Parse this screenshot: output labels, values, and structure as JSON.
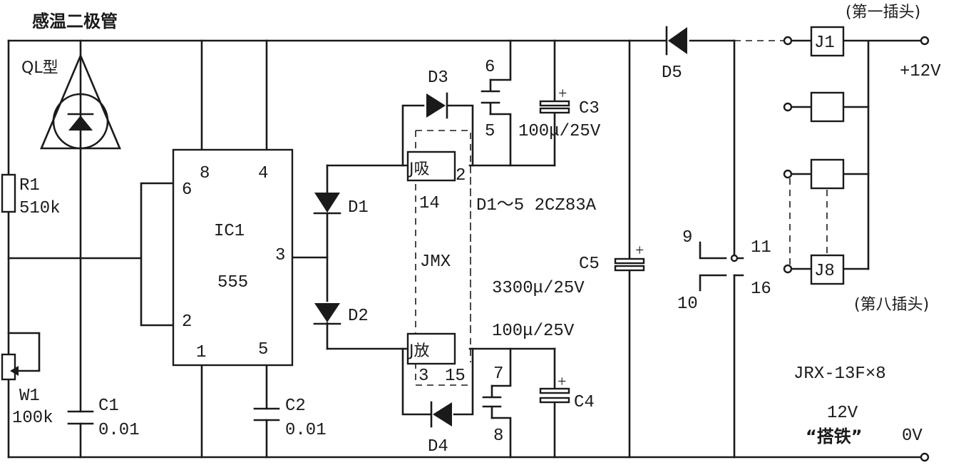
{
  "title": "感温二极管",
  "sensor": {
    "type": "QL型"
  },
  "r1": {
    "name": "R1",
    "value": "510k"
  },
  "w1": {
    "name": "W1",
    "value": "100k"
  },
  "c1": {
    "name": "C1",
    "value": "0.01"
  },
  "c2": {
    "name": "C2",
    "value": "0.01"
  },
  "ic1": {
    "name": "IC1",
    "part": "555",
    "pins": {
      "p6": "6",
      "p8": "8",
      "p4": "4",
      "p3": "3",
      "p2": "2",
      "p1": "1",
      "p5": "5"
    }
  },
  "d1": {
    "name": "D1"
  },
  "d2": {
    "name": "D2"
  },
  "d3": {
    "name": "D3"
  },
  "d4": {
    "name": "D4"
  },
  "d5": {
    "name": "D5"
  },
  "diode_note": "D1～5  2CZ83A",
  "relay": {
    "name": "JMX",
    "coil_pull": "J吸",
    "coil_release": "J放",
    "pin_14": "14",
    "pin_2": "2",
    "pin_3": "3",
    "pin_15": "15",
    "contact_6": "6",
    "contact_5": "5",
    "contact_7": "7",
    "contact_8": "8"
  },
  "c3": {
    "name": "C3",
    "value": "100μ/25V"
  },
  "c4": {
    "name": "C4",
    "value": "100μ/25V"
  },
  "c5": {
    "name": "C5",
    "value": "3300μ/25V"
  },
  "switch": {
    "pin_9": "9",
    "pin_10": "10",
    "pin_11": "11",
    "pin_16": "16"
  },
  "plugs": {
    "j1": "J1",
    "j8": "J8",
    "first": "(第一插头)",
    "eighth": "(第八插头)"
  },
  "supply": {
    "plus12": "+12V",
    "relay_type": "JRX-13F×8",
    "v12": "12V",
    "ground_label": "“搭铁”",
    "zero": "0V"
  }
}
